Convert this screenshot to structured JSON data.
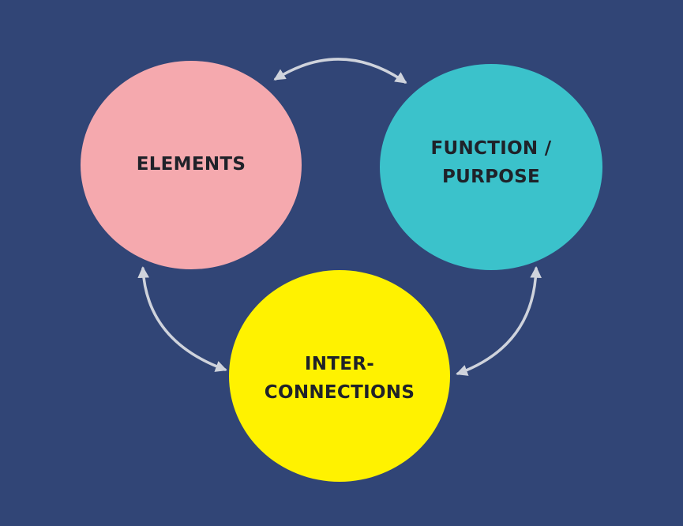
{
  "colors": {
    "background": "#314576",
    "arrow": "#cfd3dc"
  },
  "nodes": {
    "elements": {
      "label": "ELEMENTS",
      "color": "#f5a9ae"
    },
    "function": {
      "label": "FUNCTION /\nPURPOSE",
      "color": "#3bc2cb"
    },
    "interconnections": {
      "label": "INTER-\nCONNECTIONS",
      "color": "#fff200"
    }
  }
}
